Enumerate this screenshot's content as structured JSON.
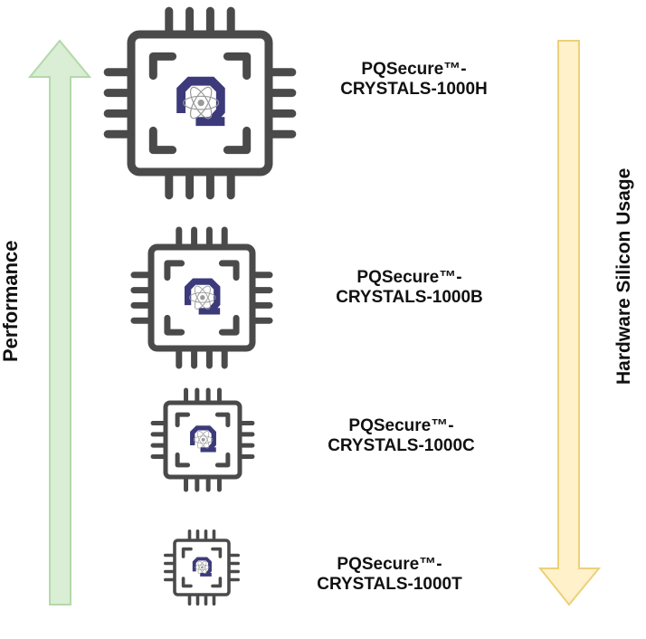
{
  "axes": {
    "left": {
      "label": "Performance",
      "direction": "up",
      "color": "#b7dcb0",
      "fill": "#d9eed4"
    },
    "right": {
      "label": "Hardware Silicon Usage",
      "direction": "down",
      "color": "#ecd07a",
      "fill": "#fff1c9"
    }
  },
  "colors": {
    "chip_stroke": "#4a4a4a",
    "logo": "#3c3a7a",
    "atom": "#9a9a9a"
  },
  "products": [
    {
      "line1": "PQSecure™-",
      "line2": "CRYSTALS-1000H",
      "size_rank": 1
    },
    {
      "line1": "PQSecure™-",
      "line2": "CRYSTALS-1000B",
      "size_rank": 2
    },
    {
      "line1": "PQSecure™-",
      "line2": "CRYSTALS-1000C",
      "size_rank": 3
    },
    {
      "line1": "PQSecure™-",
      "line2": "CRYSTALS-1000T",
      "size_rank": 4
    }
  ]
}
